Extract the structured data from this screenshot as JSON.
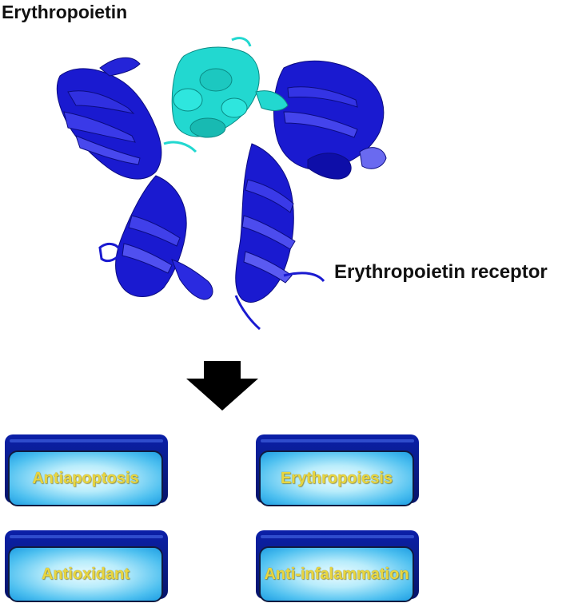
{
  "labels": {
    "ligand": "Erythropoietin",
    "receptor": "Erythropoietin receptor"
  },
  "structure": {
    "image": "erythropoietin-receptor-complex-ribbon",
    "colors": {
      "ligand": "#22d8d0",
      "receptor": "#1a1ad0",
      "receptor_light": "#6a6af0"
    }
  },
  "arrow": {
    "icon": "down-arrow",
    "color": "#000000"
  },
  "effects": [
    "Antiapoptosis",
    "Erythropoiesis",
    "Antioxidant",
    "Anti-infalammation"
  ],
  "box_colors": {
    "text": "#e8d640",
    "back": "#0a1d8f",
    "face": "#4ec0f0"
  }
}
